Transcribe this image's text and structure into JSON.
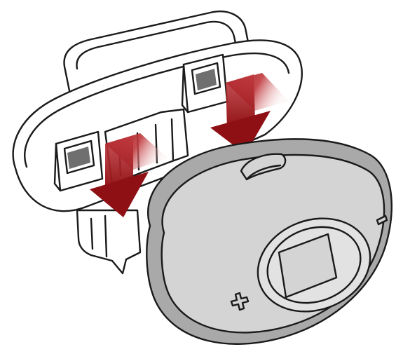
{
  "diagram": {
    "subject": "intercom-device-attaching-to-mounting-clamp-plate",
    "colors": {
      "outline": "#1a1a1a",
      "background": "#ffffff",
      "plate_fill": "#ffffff",
      "device_shell": "#a9a9a9",
      "device_rim": "#d4d4d4",
      "device_face": "#e2e2e2",
      "slot_insert": "#6f6f6f",
      "arrow_dark": "#8e1014",
      "arrow_mid": "#c0393d",
      "arrow_light": "#f3d3d4"
    },
    "parts": [
      {
        "name": "mounting-plate",
        "kind": "clip-plate"
      },
      {
        "name": "left-clip-slot",
        "kind": "slot"
      },
      {
        "name": "right-clip-slot",
        "kind": "slot"
      },
      {
        "name": "main-unit",
        "kind": "intercom-body"
      },
      {
        "name": "display-window",
        "kind": "screen"
      },
      {
        "name": "plus-button",
        "icon": "plus-icon"
      },
      {
        "name": "minus-button",
        "icon": "minus-icon"
      }
    ],
    "arrows": [
      {
        "name": "left-insert-arrow",
        "direction": "down"
      },
      {
        "name": "right-insert-arrow",
        "direction": "down"
      }
    ]
  }
}
